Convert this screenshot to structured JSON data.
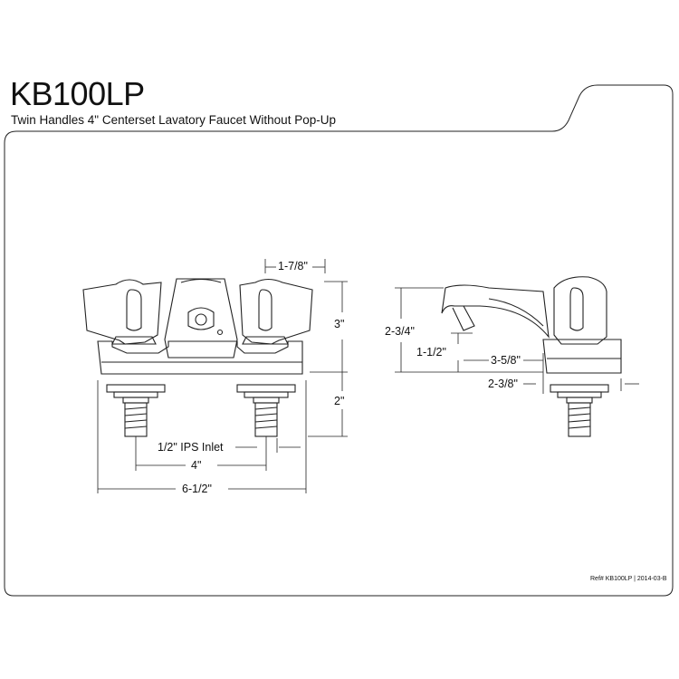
{
  "header": {
    "model": "KB100LP",
    "description": "Twin Handles 4\" Centerset Lavatory Faucet Without Pop-Up"
  },
  "front_view": {
    "dim_spout_offset": "1-7/8\"",
    "dim_height_above_deck": "3\"",
    "dim_shank_length": "2\"",
    "dim_inlet": "1/2\" IPS Inlet",
    "dim_center": "4\"",
    "dim_overall_width": "6-1/2\""
  },
  "side_view": {
    "dim_spout_height": "2-3/4\"",
    "dim_aerator_height": "1-1/2\"",
    "dim_spout_reach": "3-5/8\"",
    "dim_base_depth": "2-3/8\""
  },
  "footer": {
    "reference": "Ref# KB100LP | 2014-03-B"
  },
  "colors": {
    "line": "#222222",
    "background": "#ffffff"
  }
}
